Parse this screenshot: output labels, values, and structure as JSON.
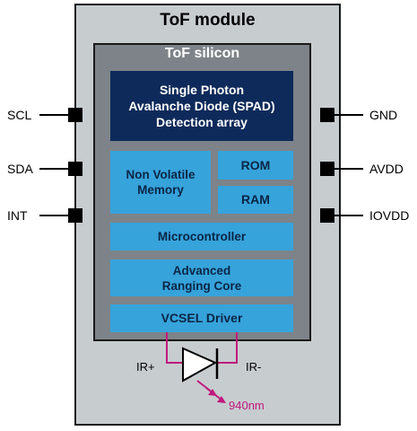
{
  "module": {
    "title": "ToF module"
  },
  "silicon": {
    "title": "ToF silicon"
  },
  "blocks": {
    "spad": [
      "Single Photon",
      "Avalanche Diode (SPAD)",
      "Detection array"
    ],
    "nvm": [
      "Non Volatile",
      "Memory"
    ],
    "rom": "ROM",
    "ram": "RAM",
    "mcu": "Microcontroller",
    "arc": [
      "Advanced",
      "Ranging Core"
    ],
    "vcsel": "VCSEL Driver"
  },
  "pins": {
    "left": [
      "SCL",
      "SDA",
      "INT"
    ],
    "right": [
      "GND",
      "AVDD",
      "IOVDD"
    ]
  },
  "emitter": {
    "anode": "IR+",
    "cathode": "IR-",
    "wavelength": "940nm"
  },
  "colors": {
    "module_bg": "#c7cccf",
    "silicon_bg": "#7d8388",
    "spad_bg": "#0e2a5a",
    "block_bg": "#36a3db",
    "wire": "#c0187c"
  }
}
